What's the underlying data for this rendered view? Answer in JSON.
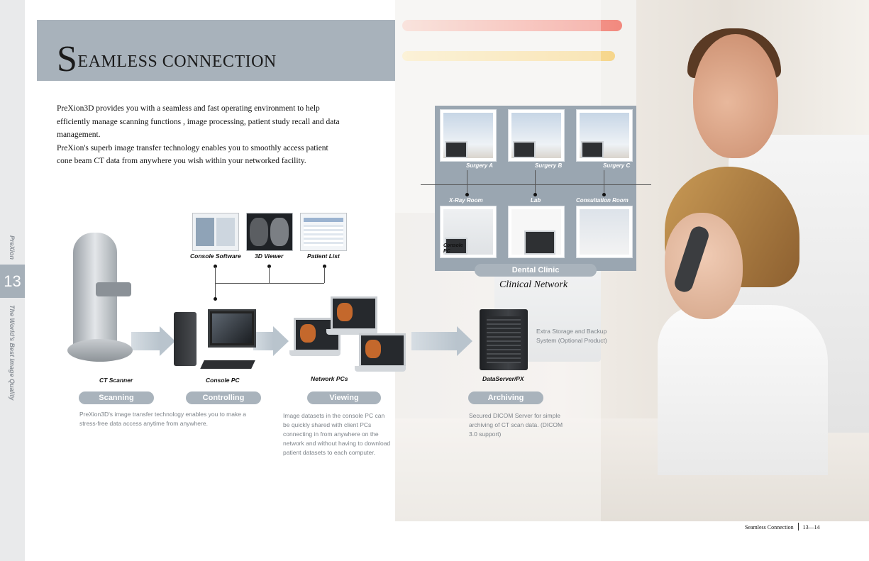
{
  "side": {
    "brand": "PreXion",
    "page_number": "13",
    "tagline": "The World's Best Image Quality"
  },
  "header": {
    "title_cap": "S",
    "title_rest": "EAMLESS CONNECTION",
    "title_rest2": "C",
    "title_rest3": "ONNECTION"
  },
  "intro": {
    "p1": "PreXion3D provides you with a seamless and fast operating environment to help efficiently manage scanning functions , image processing, patient study recall and data management.",
    "p2": "PreXion's superb image transfer technology enables you to smoothly access patient cone beam CT data from anywhere you wish within your networked facility."
  },
  "network": {
    "rooms_top": [
      {
        "label": "Surgery A"
      },
      {
        "label": "Surgery B"
      },
      {
        "label": "Surgery C"
      }
    ],
    "rooms_bottom": [
      {
        "label": "X-Ray Room"
      },
      {
        "label": "Lab"
      },
      {
        "label": "Consultation Room"
      }
    ],
    "console_pc_label": "Console PC",
    "clinic_label": "Dental Clinic",
    "caption": "Clinical Network"
  },
  "software": [
    {
      "label": "Console Software"
    },
    {
      "label": "3D Viewer"
    },
    {
      "label": "Patient List"
    }
  ],
  "devices": {
    "ct_scanner": "CT Scanner",
    "console_pc": "Console PC",
    "network_pcs": "Network PCs",
    "dataserver": "DataServer/PX"
  },
  "storage_note": "Extra Storage and Backup System (Optional Product)",
  "stages": [
    {
      "label": "Scanning"
    },
    {
      "label": "Controlling"
    },
    {
      "label": "Viewing"
    },
    {
      "label": "Archiving"
    }
  ],
  "descriptions": {
    "scan_control": "PreXion3D's image transfer technology enables you to make a stress-free data access anytime from anywhere.",
    "viewing": "Image datasets in the console PC can be quickly shared with client PCs connecting in from anywhere on the network and without having to download patient datasets to each computer.",
    "archiving": "Secured DICOM Server for simple archiving of CT scan data. (DICOM 3.0 support)"
  },
  "footer": {
    "section": "Seamless Connection",
    "pages": "13—14"
  }
}
